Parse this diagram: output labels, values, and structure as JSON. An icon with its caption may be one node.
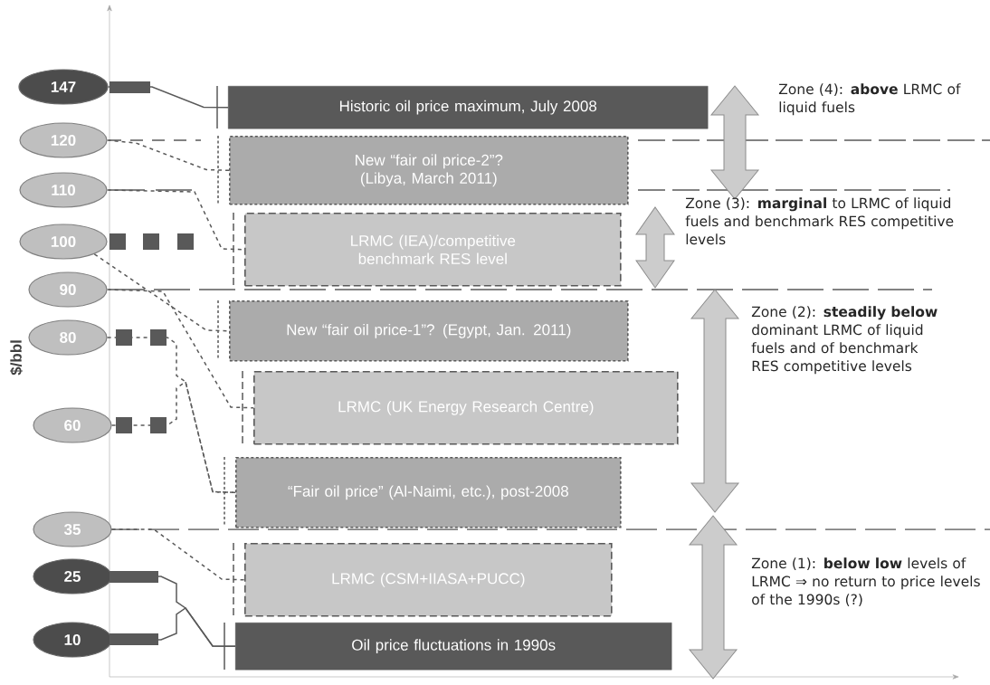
{
  "diagram": {
    "nodes": [
      {
        "text": [
          "147"
        ]
      },
      {
        "text": [
          "120"
        ]
      },
      {
        "text": [
          "110"
        ]
      },
      {
        "text": [
          "100"
        ]
      },
      {
        "text": [
          "90"
        ]
      },
      {
        "text": [
          "80"
        ]
      },
      {
        "text": [
          "60"
        ]
      },
      {
        "text": [
          "35"
        ]
      },
      {
        "text": [
          "25"
        ]
      },
      {
        "text": [
          "10"
        ]
      },
      {
        "text": [
          "Historic oil price maximum, July 2008"
        ]
      },
      {
        "text": [
          "New “fair oil price-2”? (Libya, March 2011)"
        ]
      },
      {
        "text": [
          "LRMC (IEA)/competitive benchmark RES level"
        ]
      },
      {
        "text": [
          "New  “fair oil price-1”? (Egypt, Jan. 2011)"
        ]
      },
      {
        "text": [
          "LRMC (UK Energy Research Centre)"
        ]
      },
      {
        "text": [
          "“Fair oil price” (Al-Naimi, etc.), post-2008"
        ]
      },
      {
        "text": [
          "LRMC (CSM+IIASA+PUCC)"
        ]
      },
      {
        "text": [
          "Oil price fluctuations in 1990s"
        ]
      }
    ],
    "edges": [
      {
        "from": 0,
        "to": 10,
        "arrow": "none"
      },
      {
        "from": 1,
        "to": 11,
        "arrow": "none",
        "style": "dashed"
      },
      {
        "from": 2,
        "to": 12,
        "arrow": "none",
        "style": "dashed"
      },
      {
        "from": 3,
        "to": 13,
        "arrow": "none",
        "style": "dashed"
      },
      {
        "from": 4,
        "to": 14,
        "arrow": "none",
        "style": "dashed"
      },
      {
        "from": 5,
        "to": 15,
        "arrow": "none",
        "style": "dashed"
      },
      {
        "from": 6,
        "to": 15,
        "arrow": "none",
        "style": "dashed"
      },
      {
        "from": 7,
        "to": 16,
        "arrow": "none",
        "style": "dashed"
      },
      {
        "from": 8,
        "to": 17,
        "arrow": "none"
      },
      {
        "from": 9,
        "to": 17,
        "arrow": "none"
      }
    ],
    "labels": [
      "$/bbl",
      "Zone (4): **above** LRMC of liquid fuels",
      "Zone (3): **marginal** to LRMC of liquid fuels and benchmark RES competitive levels",
      "Zone (2): **steadily below** dominant LRMC of liquid fuels and of benchmark RES competitive levels",
      "Zone (1): **below low** levels of LRMC ⇒ no return to price levels of the 1990s (?)"
    ]
  }
}
